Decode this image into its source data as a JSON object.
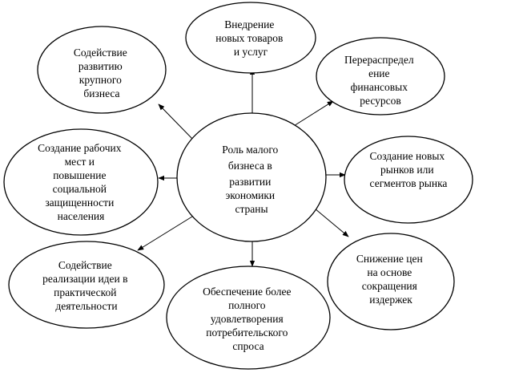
{
  "center": {
    "lines": [
      "Роль малого",
      "бизнеса в",
      "развитии",
      "экономики",
      "страны"
    ]
  },
  "nodes": [
    {
      "id": "new-products",
      "lines": [
        "Внедрение",
        "новых товаров",
        "и услуг"
      ]
    },
    {
      "id": "redistribution",
      "lines": [
        "Перераспредел",
        "ение",
        "финансовых",
        "ресурсов"
      ]
    },
    {
      "id": "new-markets",
      "lines": [
        "Создание новых",
        "рынков или",
        "сегментов рынка"
      ]
    },
    {
      "id": "price-reduction",
      "lines": [
        "Снижение цен",
        "на основе",
        "сокращения",
        "издержек"
      ]
    },
    {
      "id": "demand",
      "lines": [
        "Обеспечение более",
        "полного",
        "удовлетворения",
        "потребительского",
        "спроса"
      ]
    },
    {
      "id": "ideas",
      "lines": [
        "Содействие",
        "реализации идеи в",
        "практической",
        "деятельности"
      ]
    },
    {
      "id": "jobs",
      "lines": [
        "Создание рабочих",
        "мест и",
        "повышение",
        "социальной",
        "защищенности",
        "населения"
      ]
    },
    {
      "id": "big-business",
      "lines": [
        "Содействие",
        "развитию",
        "крупного",
        "бизнеса"
      ]
    }
  ]
}
